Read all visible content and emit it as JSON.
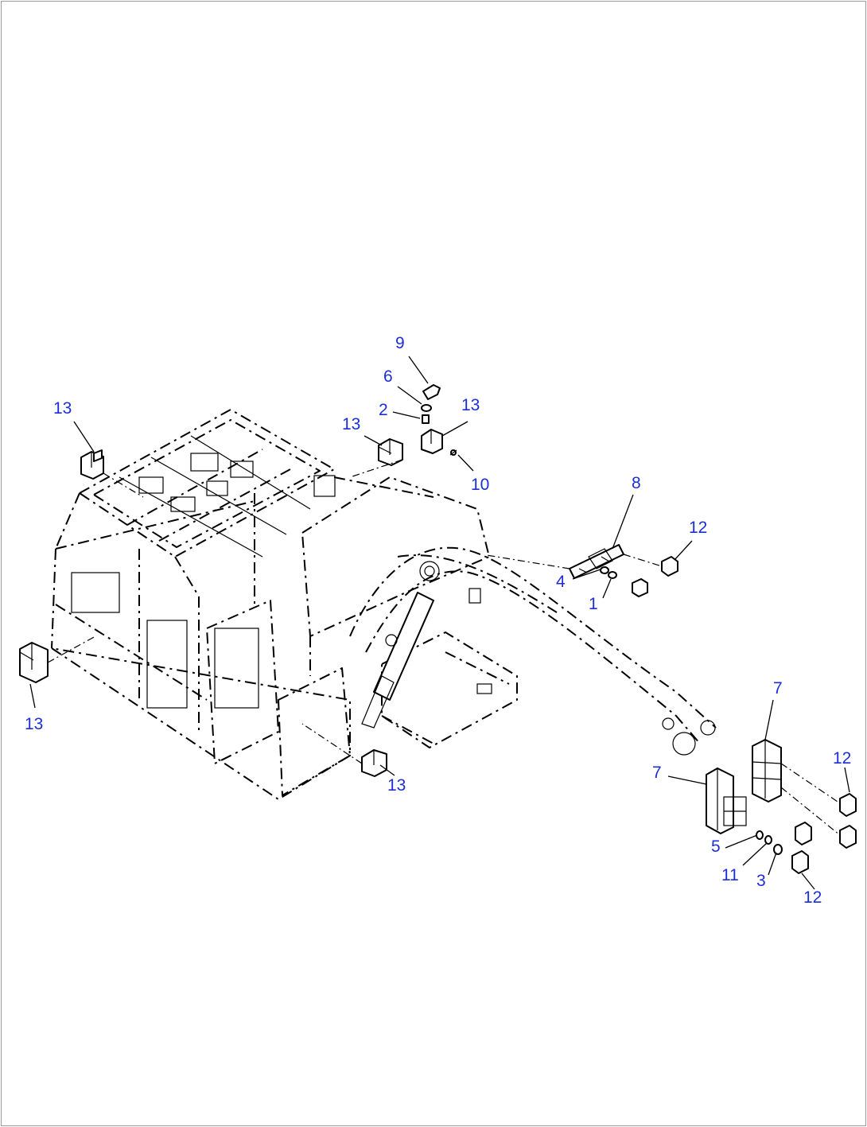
{
  "callouts": {
    "c1": "1",
    "c2": "2",
    "c3": "3",
    "c4": "4",
    "c5": "5",
    "c6": "6",
    "c7a": "7",
    "c7b": "7",
    "c8": "8",
    "c9": "9",
    "c10": "10",
    "c11": "11",
    "c12a": "12",
    "c12b": "12",
    "c12c": "12",
    "c13a": "13",
    "c13b": "13",
    "c13c": "13",
    "c13d": "13",
    "c13e": "13"
  },
  "colors": {
    "callout": "#1c2fd6",
    "line": "#000000",
    "background": "#ffffff"
  }
}
